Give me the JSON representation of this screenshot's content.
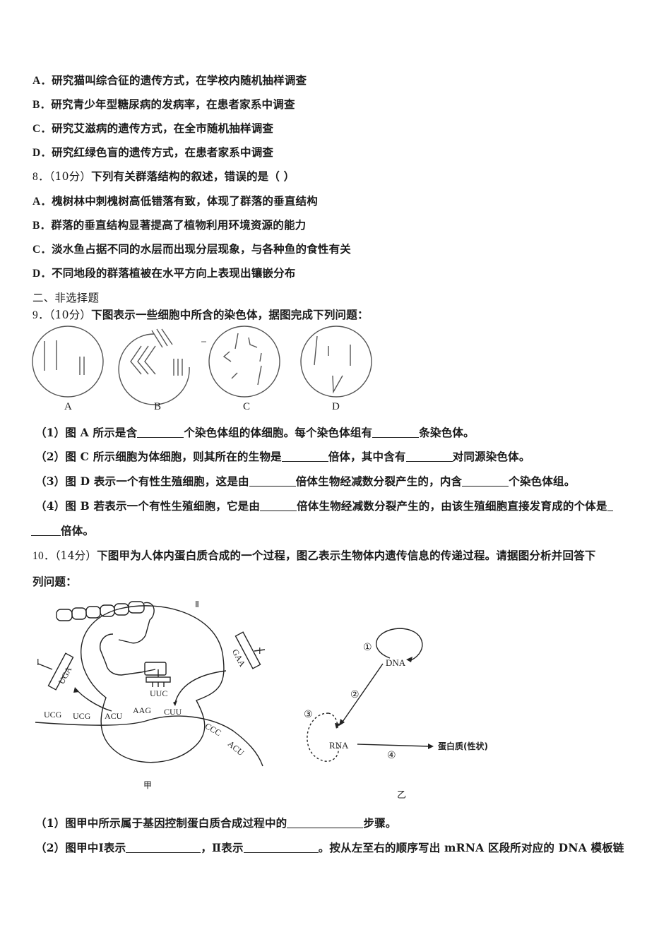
{
  "q7": {
    "options": [
      {
        "letter": "A．",
        "text": "研究猫叫综合征的遗传方式，在学校内随机抽样调查"
      },
      {
        "letter": "B．",
        "text": "研究青少年型糖尿病的发病率，在患者家系中调查"
      },
      {
        "letter": "C．",
        "text": "研究艾滋病的遗传方式，在全市随机抽样调查"
      },
      {
        "letter": "D．",
        "text": "研究红绿色盲的遗传方式，在患者家系中调查"
      }
    ]
  },
  "q8": {
    "number": "8．",
    "score": "（10分）",
    "stem": "下列有关群落结构的叙述，错误的是（   ）",
    "options": [
      {
        "letter": "A．",
        "text": "槐树林中刺槐树高低错落有致，体现了群落的垂直结构"
      },
      {
        "letter": "B．",
        "text": "群落的垂直结构显著提高了植物利用环境资源的能力"
      },
      {
        "letter": "C．",
        "text": "淡水鱼占据不同的水层而出现分层现象，与各种鱼的食性有关"
      },
      {
        "letter": "D．",
        "text": "不同地段的群落植被在水平方向上表现出镶嵌分布"
      }
    ]
  },
  "section2": {
    "title": "二、非选择题"
  },
  "q9": {
    "number": "9．",
    "score": "（10分）",
    "stem": "下图表示一些细胞中所含的染色体，据图完成下列问题：",
    "figure_labels": [
      "A",
      "B",
      "C",
      "D"
    ],
    "subs": [
      {
        "a": "（1）图 A 所示是含",
        "b": "个染色体组的体细胞。每个染色体组有",
        "c": "条染色体。"
      },
      {
        "a": "（2）图 C 所示细胞为体细胞，则其所在的生物是",
        "b": "倍体，其中含有",
        "c": "对同源染色体。"
      },
      {
        "a": "（3）图 D 表示一个有性生殖细胞，这是由",
        "b": "倍体生物经减数分裂产生的，内含",
        "c": "个染色体组。"
      },
      {
        "a": "（4）图 B 若表示一个有性生殖细胞，它是由",
        "b": "倍体生物经减数分裂产生的，由该生殖细胞直接发育成的个体是",
        "c": "倍体。"
      }
    ]
  },
  "q10": {
    "number": "10．",
    "score": "（14分）",
    "stem_line1": "下图甲为人体内蛋白质合成的一个过程，图乙表示生物体内遗传信息的传递过程。请据图分析并回答下",
    "stem_line2": "列问题：",
    "fig_jia": {
      "caption": "甲",
      "label_I": "Ⅰ",
      "label_II": "Ⅱ",
      "trna_left": "UGA",
      "trna_right": "GAA",
      "trna_center": "UUC",
      "codons": [
        "UCG",
        "UCG",
        "ACU",
        "AAG",
        "CUU",
        "CCC",
        "ACU"
      ]
    },
    "fig_yi": {
      "caption": "乙",
      "dna": "DNA",
      "rna": "RNA",
      "protein": "蛋白质(性状)",
      "steps": [
        "①",
        "②",
        "③",
        "④"
      ]
    },
    "subs": [
      {
        "a": "（1）图甲中所示属于基因控制蛋白质合成过程中的",
        "b": "步骤。"
      },
      {
        "a": "（2）图甲中Ⅰ表示",
        "b": "，Ⅱ表示",
        "c": "。按从左至右的顺序写出 mRNA 区段所对应的 DNA 模板链"
      }
    ]
  }
}
